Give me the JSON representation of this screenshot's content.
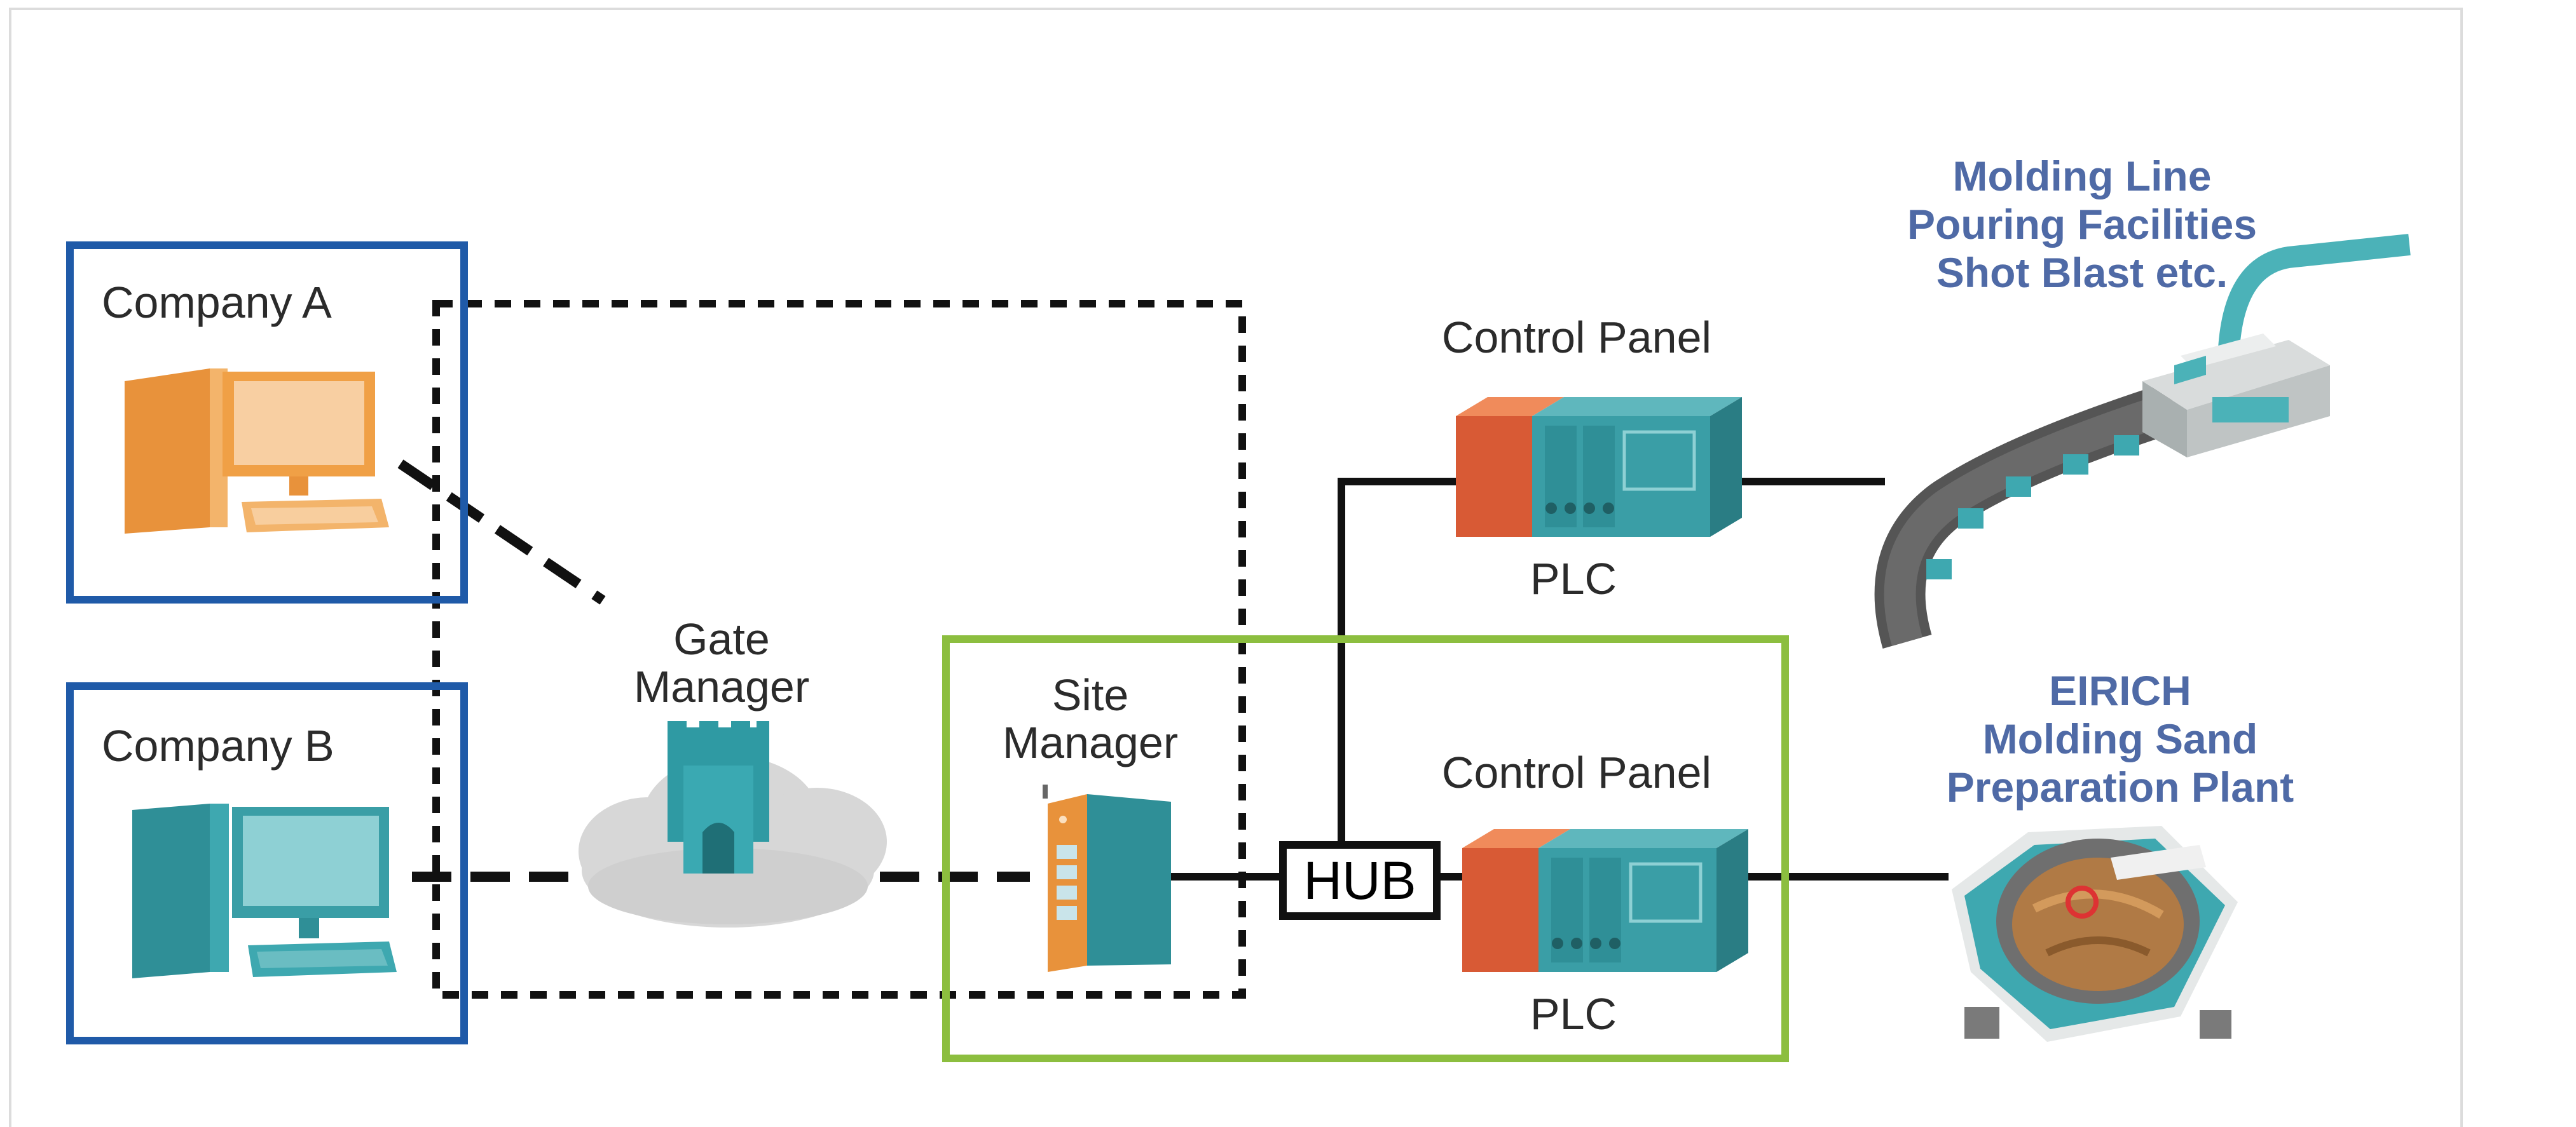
{
  "companies": {
    "a": {
      "label": "Company A"
    },
    "b": {
      "label": "Company B"
    }
  },
  "gate_manager": {
    "line1": "Gate",
    "line2": "Manager"
  },
  "site_manager": {
    "line1": "Site",
    "line2": "Manager"
  },
  "hub": {
    "label": "HUB"
  },
  "upper_panel": {
    "title": "Control Panel",
    "sublabel": "PLC"
  },
  "lower_panel": {
    "title": "Control Panel",
    "sublabel": "PLC"
  },
  "molding_line": {
    "line1": "Molding Line",
    "line2": "Pouring Facilities",
    "line3": "Shot Blast etc."
  },
  "eirich": {
    "line1": "EIRICH",
    "line2": "Molding Sand",
    "line3": "Preparation Plant"
  },
  "colors": {
    "company_border": "#1f5aa8",
    "site_border": "#8cbe3f",
    "teal": "#3a9ea6",
    "orange": "#f0a046",
    "plc_red": "#d85a35",
    "text_blue": "#4f6aa6"
  }
}
